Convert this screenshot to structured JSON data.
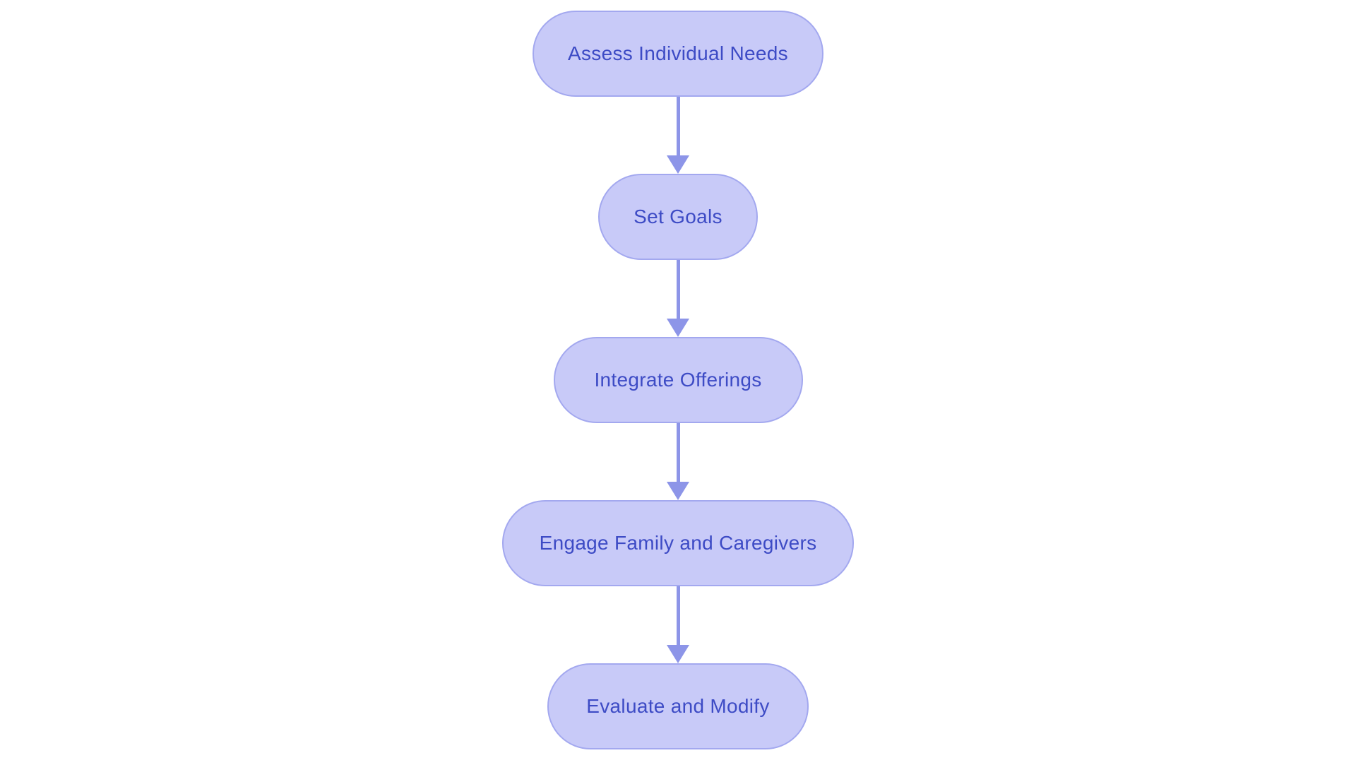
{
  "flow": {
    "type": "flowchart",
    "direction": "top-down",
    "nodes": [
      {
        "id": "assess-individual-needs",
        "label": "Assess Individual Needs"
      },
      {
        "id": "set-goals",
        "label": "Set Goals"
      },
      {
        "id": "integrate-offerings",
        "label": "Integrate Offerings"
      },
      {
        "id": "engage-family-and-caregivers",
        "label": "Engage Family and Caregivers"
      },
      {
        "id": "evaluate-and-modify",
        "label": "Evaluate and Modify"
      }
    ],
    "edges": [
      {
        "from": "assess-individual-needs",
        "to": "set-goals"
      },
      {
        "from": "set-goals",
        "to": "integrate-offerings"
      },
      {
        "from": "integrate-offerings",
        "to": "engage-family-and-caregivers"
      },
      {
        "from": "engage-family-and-caregivers",
        "to": "evaluate-and-modify"
      }
    ],
    "colors": {
      "node_fill": "#c8caf8",
      "node_border": "#a3a8ef",
      "node_text": "#3d4bc5",
      "arrow": "#8d95e8",
      "background": "#ffffff"
    }
  }
}
